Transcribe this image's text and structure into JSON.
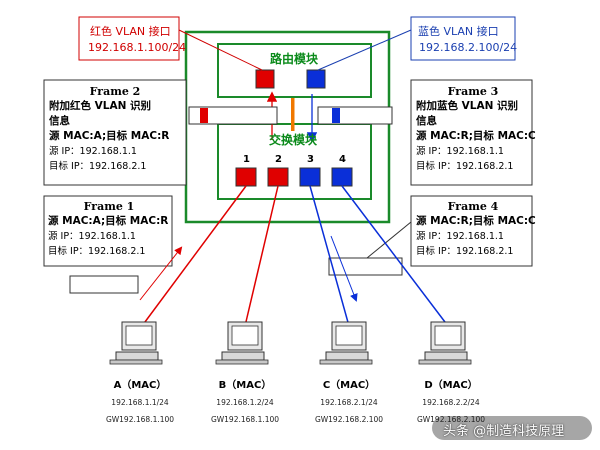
{
  "interfaces": {
    "red": {
      "title": "红色 VLAN 接口",
      "ip": "192.168.1.100/24"
    },
    "blue": {
      "title": "蓝色 VLAN 接口",
      "ip": "192.168.2.100/24"
    }
  },
  "modules": {
    "router": "路由模块",
    "switch": "交换模块"
  },
  "ports": [
    "1",
    "2",
    "3",
    "4"
  ],
  "frames": {
    "frame2": {
      "title": "Frame 2",
      "l1": "附加红色 VLAN 识别",
      "l2": "信息",
      "l3": "源 MAC:A;目标 MAC:R",
      "l4": "源 IP：192.168.1.1",
      "l5": "目标 IP：192.168.2.1"
    },
    "frame3": {
      "title": "Frame 3",
      "l1": "附加蓝色 VLAN 识别",
      "l2": "信息",
      "l3": "源 MAC:R;目标 MAC:C",
      "l4": "源 IP：192.168.1.1",
      "l5": "目标 IP：192.168.2.1"
    },
    "frame1": {
      "title": "Frame 1",
      "l1": "源 MAC:A;目标 MAC:R",
      "l2": "源 IP：192.168.1.1",
      "l3": "目标 IP：192.168.2.1"
    },
    "frame4": {
      "title": "Frame 4",
      "l1": "源 MAC:R;目标 MAC:C",
      "l2": "源 IP：192.168.1.1",
      "l3": "目标 IP：192.168.2.1"
    }
  },
  "computers": [
    {
      "name": "A（MAC）",
      "ip": "192.168.1.1/24",
      "gw": "GW192.168.1.100"
    },
    {
      "name": "B（MAC）",
      "ip": "192.168.1.2/24",
      "gw": "GW192.168.1.100"
    },
    {
      "name": "C（MAC）",
      "ip": "192.168.2.1/24",
      "gw": "GW192.168.2.100"
    },
    {
      "name": "D（MAC）",
      "ip": "192.168.2.2/24",
      "gw": "GW192.168.2.100"
    }
  ],
  "watermark": "头条 @制造科技原理",
  "colors": {
    "vlan_red": "#e00000",
    "vlan_blue": "#0a2fd8",
    "module_green": "#1a8a2a",
    "trunk_orange": "#f07800"
  }
}
